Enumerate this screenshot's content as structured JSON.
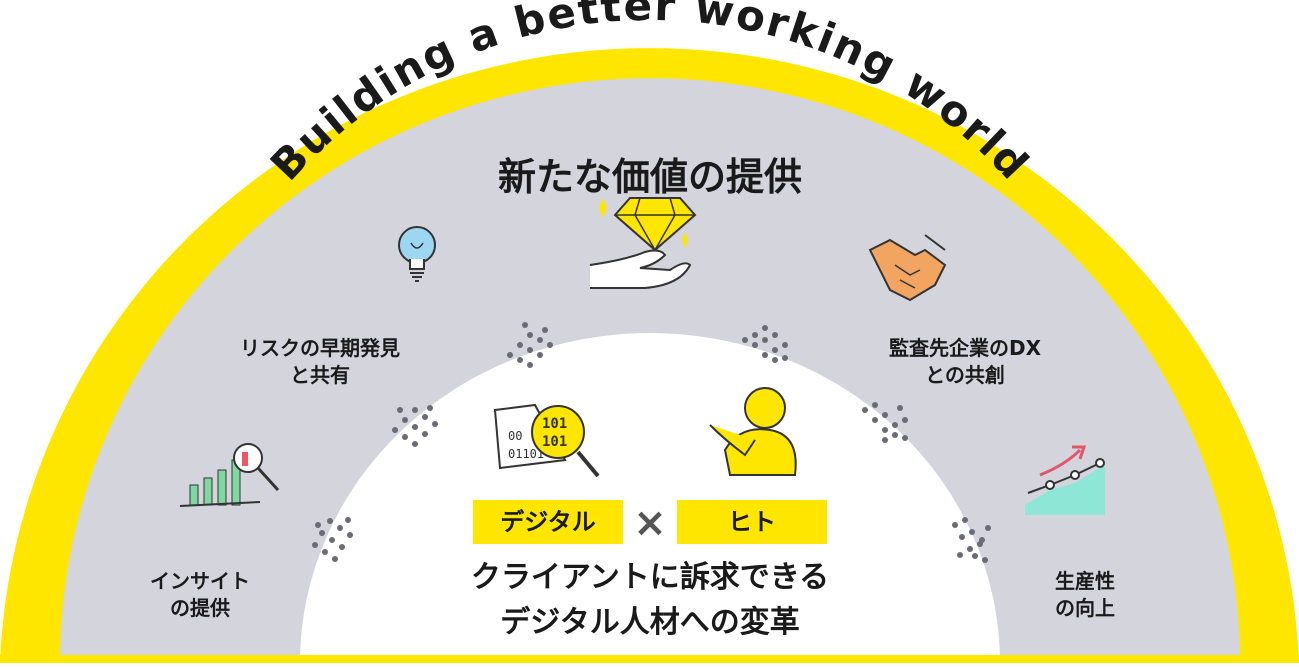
{
  "arc_title": "Building a better working world",
  "heading": "新たな価値の提供",
  "items": {
    "risk": [
      "リスクの早期発見",
      "と共有"
    ],
    "dx": [
      "監査先企業のDX",
      "との共創"
    ],
    "insight": [
      "インサイト",
      "の提供"
    ],
    "productivity": [
      "生産性",
      "の向上"
    ]
  },
  "center": {
    "digital_label": "デジタル",
    "times": "×",
    "human_label": "ヒト",
    "line1": "クライアントに訴求できる",
    "line2": "デジタル人材への変革"
  },
  "graphic_texts": {
    "binary_a": "101",
    "binary_b": "101",
    "binary_c": "00",
    "binary_d": "01101"
  },
  "colors": {
    "accent_yellow": "#ffe600",
    "grey_band": "#d4d4dc",
    "text_dark": "#1a1a1a"
  },
  "icons": [
    "lightbulb-icon",
    "diamond-hand-icon",
    "handshake-icon",
    "chart-magnifier-icon",
    "growth-chart-icon",
    "binary-magnifier-icon",
    "thinking-person-icon"
  ]
}
